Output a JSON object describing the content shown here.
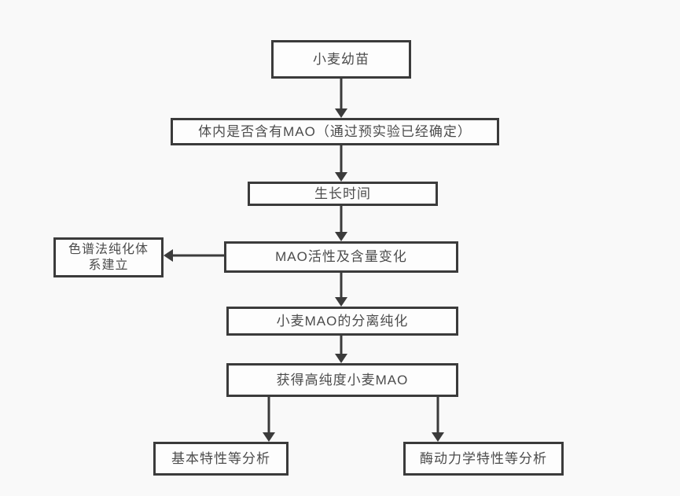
{
  "diagram": {
    "type": "flowchart",
    "colors": {
      "line": "#3b3b3b",
      "text": "#4c4c4c",
      "background": "#f9f9f9",
      "box_fill": "#fdfdfd"
    },
    "nodes": {
      "wheat_seedling": {
        "label": "小麦幼苗"
      },
      "mao_presence": {
        "label": "体内是否含有MAO（通过预实验已经确定）"
      },
      "growth_time": {
        "label": "生长时间"
      },
      "mao_activity": {
        "label": "MAO活性及含量变化"
      },
      "chromatography_system": {
        "label": "色谱法纯化体\n系建立"
      },
      "mao_separation": {
        "label": "小麦MAO的分离纯化"
      },
      "high_purity_mao": {
        "label": "获得高纯度小麦MAO"
      },
      "basic_analysis": {
        "label": "基本特性等分析"
      },
      "kinetics_analysis": {
        "label": "酶动力学特性等分析"
      }
    },
    "edges": [
      {
        "from": "wheat_seedling",
        "to": "mao_presence",
        "direction": "down"
      },
      {
        "from": "mao_presence",
        "to": "growth_time",
        "direction": "down"
      },
      {
        "from": "growth_time",
        "to": "mao_activity",
        "direction": "down"
      },
      {
        "from": "mao_activity",
        "to": "chromatography_system",
        "direction": "left"
      },
      {
        "from": "mao_activity",
        "to": "mao_separation",
        "direction": "down"
      },
      {
        "from": "mao_separation",
        "to": "high_purity_mao",
        "direction": "down"
      },
      {
        "from": "high_purity_mao",
        "to": "basic_analysis",
        "direction": "down"
      },
      {
        "from": "high_purity_mao",
        "to": "kinetics_analysis",
        "direction": "down"
      }
    ]
  }
}
